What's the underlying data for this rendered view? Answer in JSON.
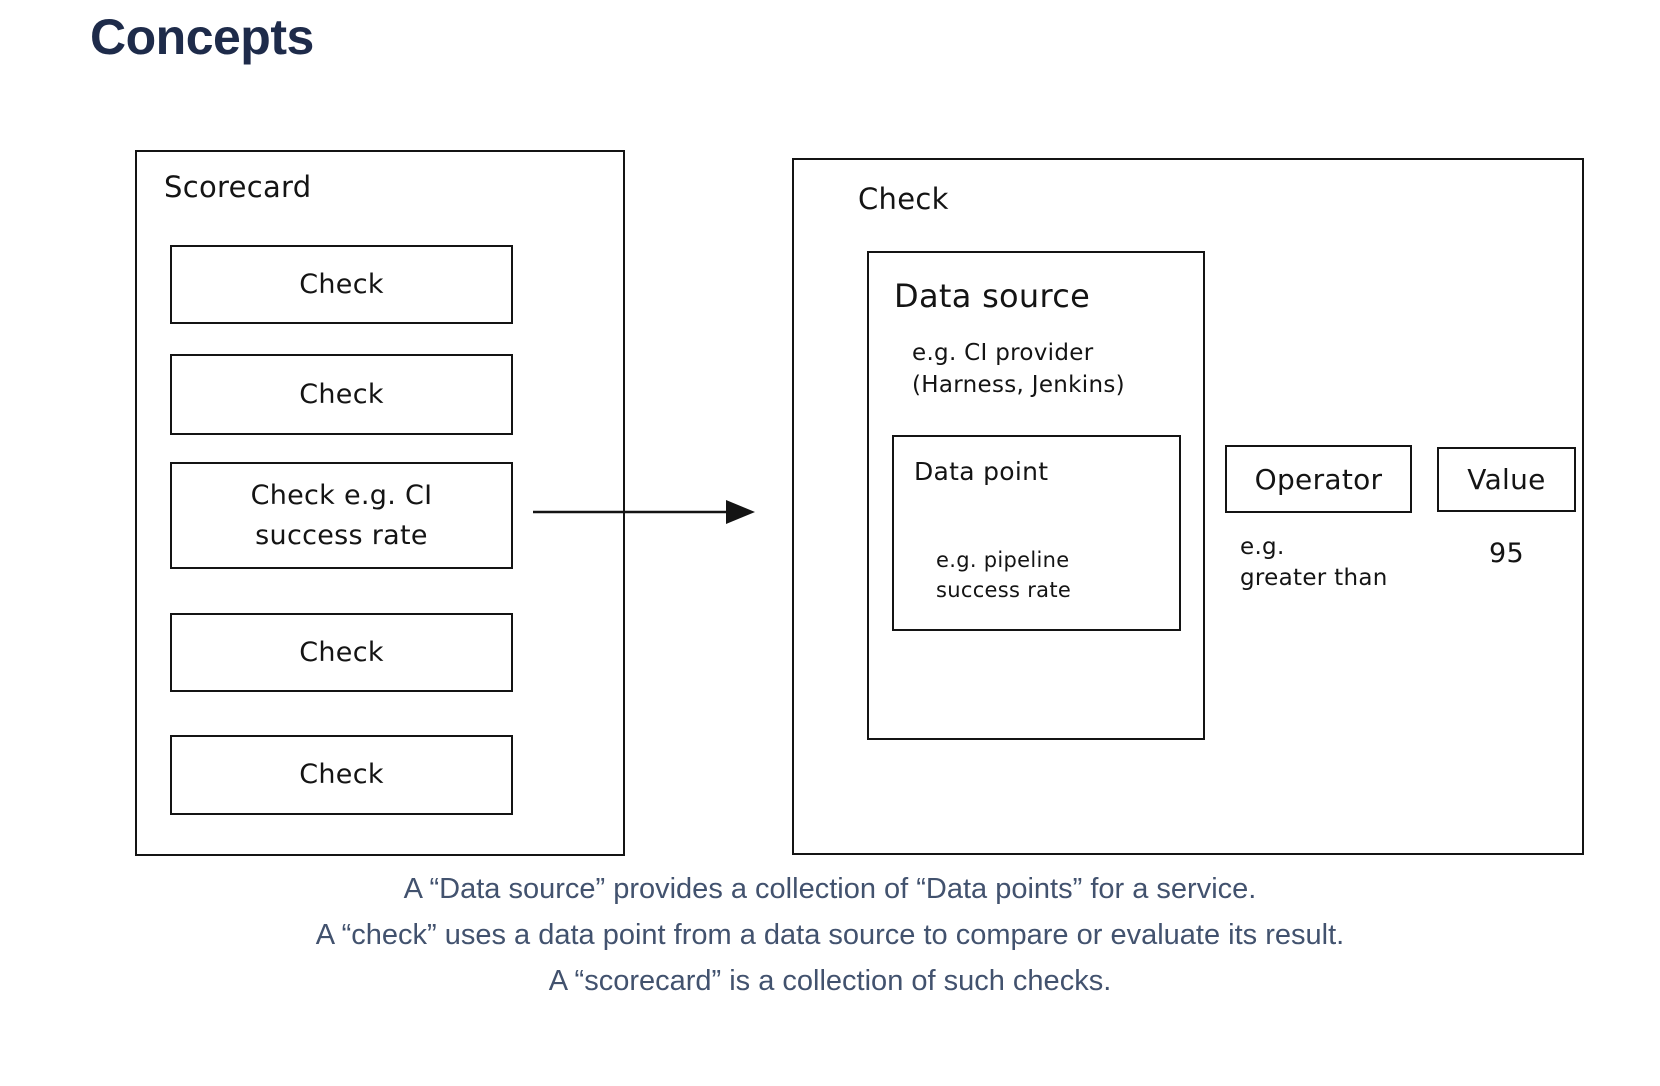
{
  "page": {
    "title": "Concepts"
  },
  "colors": {
    "title_text": "#1e2b4a",
    "body_text": "#42526e",
    "diagram_stroke": "#141414",
    "background": "#ffffff"
  },
  "scorecard": {
    "label": "Scorecard",
    "checks": [
      {
        "label": "Check"
      },
      {
        "label": "Check"
      },
      {
        "line1": "Check e.g. CI",
        "line2": "success rate"
      },
      {
        "label": "Check"
      },
      {
        "label": "Check"
      }
    ]
  },
  "check_panel": {
    "label": "Check",
    "data_source": {
      "title": "Data source",
      "example_line1": "e.g. CI provider",
      "example_line2": "(Harness, Jenkins)",
      "data_point": {
        "title": "Data point",
        "example_line1": "e.g. pipeline",
        "example_line2": "success rate"
      }
    },
    "operator": {
      "label": "Operator",
      "example_line1": "e.g.",
      "example_line2": "greater than"
    },
    "value": {
      "label": "Value",
      "example": "95"
    }
  },
  "description": {
    "line1": "A “Data source” provides a collection of “Data points” for a service.",
    "line2": "A “check” uses a data point from a data source to compare or evaluate its result.",
    "line3": "A “scorecard” is a collection of such checks."
  }
}
